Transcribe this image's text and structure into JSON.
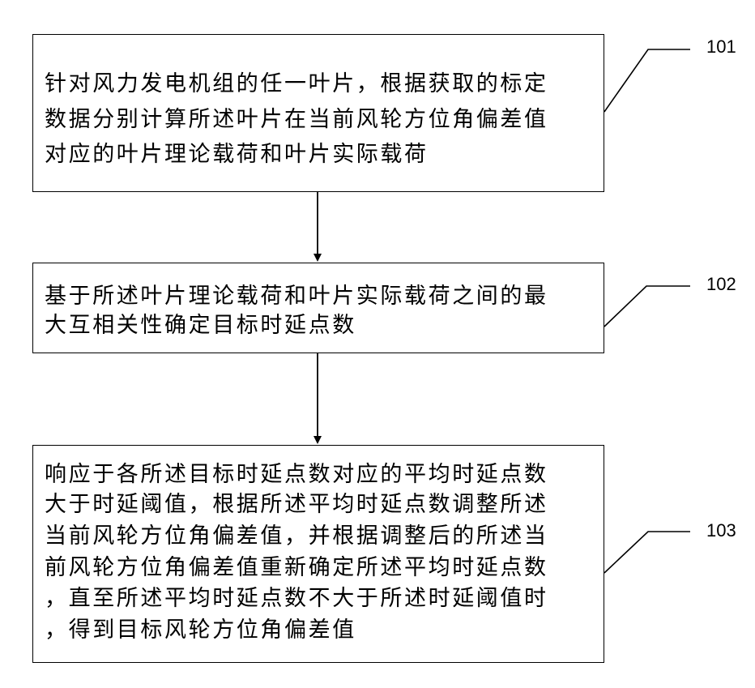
{
  "steps": [
    {
      "id": "101",
      "lines": [
        "针对风力发电机组的任一叶片，根据获取的标定",
        "数据分别计算所述叶片在当前风轮方位角偏差值",
        "对应的叶片理论载荷和叶片实际载荷"
      ]
    },
    {
      "id": "102",
      "lines": [
        "基于所述叶片理论载荷和叶片实际载荷之间的最",
        "大互相关性确定目标时延点数"
      ]
    },
    {
      "id": "103",
      "lines": [
        "响应于各所述目标时延点数对应的平均时延点数",
        "大于时延阈值，根据所述平均时延点数调整所述",
        "当前风轮方位角偏差值，并根据调整后的所述当",
        "前风轮方位角偏差值重新确定所述平均时延点数",
        "，直至所述平均时延点数不大于所述时延阈值时",
        "，得到目标风轮方位角偏差值"
      ]
    }
  ]
}
